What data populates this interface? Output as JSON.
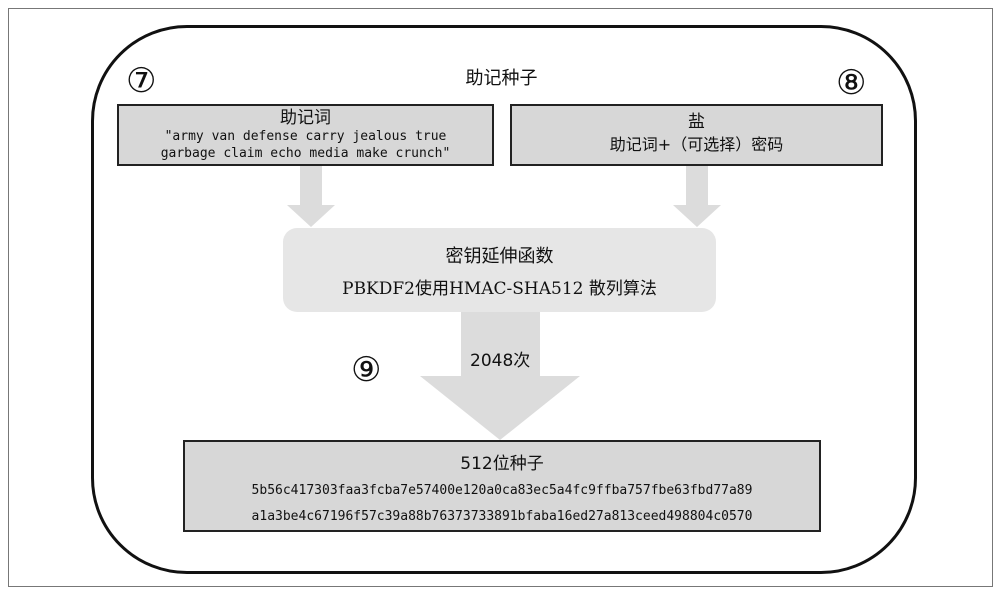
{
  "diagram": {
    "title": "助记种子",
    "step_numbers": [
      "⑦",
      "⑧",
      "⑨"
    ],
    "mnemonic_box": {
      "heading": "助记词",
      "line1": "\"army van defense carry jealous true",
      "line2": "garbage claim echo media make crunch\""
    },
    "salt_box": {
      "heading": "盐",
      "line": "助记词+（可选择）密码"
    },
    "kdf_box": {
      "title": "密钥延伸函数",
      "subtitle": "PBKDF2使用HMAC-SHA512 散列算法"
    },
    "iterations_label": "2048次",
    "seed_box": {
      "heading": "512位种子",
      "line1": "5b56c417303faa3fcba7e57400e120a0ca83ec5a4fc9ffba757fbe63fbd77a89",
      "line2": "a1a3be4c67196f57c39a88b76373733891bfaba16ed27a813ceed498804c0570"
    },
    "colors": {
      "box_fill": "#d7d7d7",
      "kdf_fill": "#e6e6e6",
      "arrow_fill": "#dcdcdc",
      "outline": "#111111"
    }
  }
}
